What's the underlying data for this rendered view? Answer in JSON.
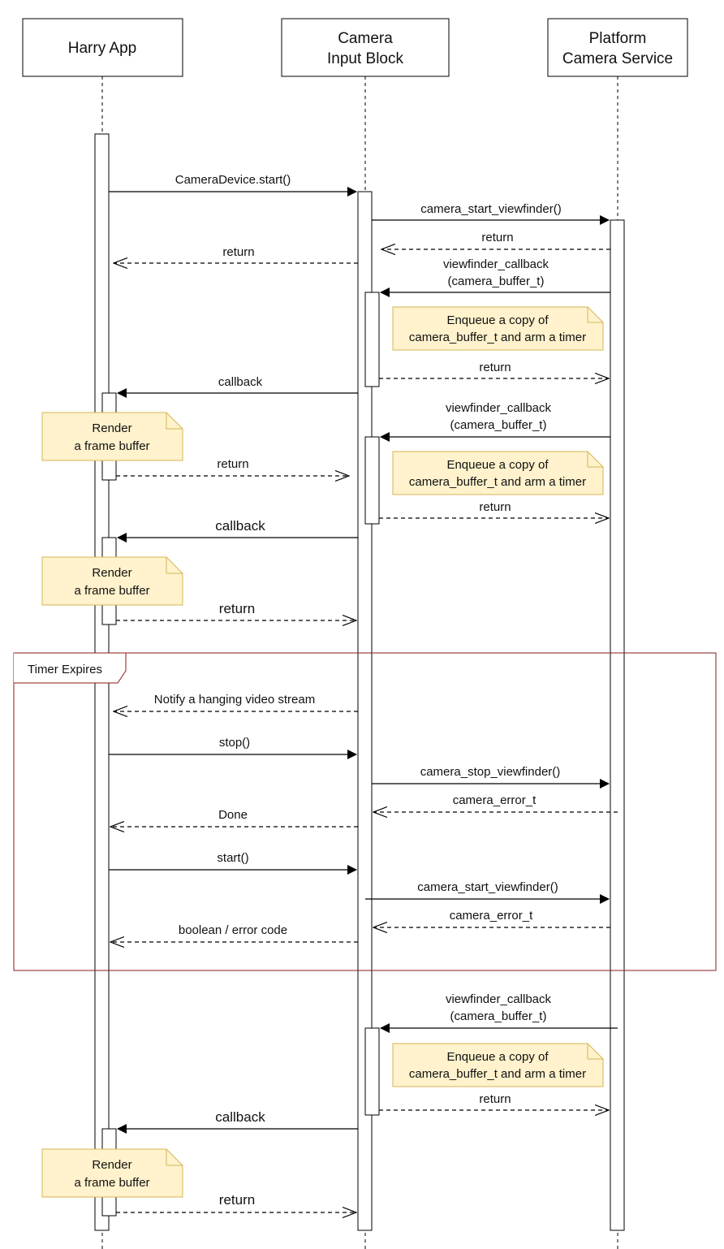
{
  "colors": {
    "line": "#000000",
    "note_fill": "#fff2cc",
    "note_stroke": "#d6b656",
    "frame": "#8b1a1a",
    "background": "#ffffff"
  },
  "participants": [
    {
      "id": "app",
      "lines": [
        "Harry App"
      ]
    },
    {
      "id": "cib",
      "lines": [
        "Camera",
        "Input Block"
      ]
    },
    {
      "id": "pcs",
      "lines": [
        "Platform",
        "Camera Service"
      ]
    }
  ],
  "frame": {
    "label": "Timer Expires"
  },
  "messages": [
    {
      "label": "CameraDevice.start()",
      "from": "app",
      "to": "cib",
      "style": "solid"
    },
    {
      "label": "camera_start_viewfinder()",
      "from": "cib",
      "to": "pcs",
      "style": "solid"
    },
    {
      "label": "return",
      "from": "pcs",
      "to": "cib",
      "style": "dashed"
    },
    {
      "label": "return",
      "from": "cib",
      "to": "app",
      "style": "dashed"
    },
    {
      "label": "viewfinder_callback\n(camera_buffer_t)",
      "from": "pcs",
      "to": "cib",
      "style": "solid"
    },
    {
      "label": "return",
      "from": "cib",
      "to": "pcs",
      "style": "dashed"
    },
    {
      "label": "callback",
      "from": "cib",
      "to": "app",
      "style": "solid"
    },
    {
      "label": "viewfinder_callback\n(camera_buffer_t)",
      "from": "pcs",
      "to": "cib",
      "style": "solid"
    },
    {
      "label": "return",
      "from": "app",
      "to": "cib",
      "style": "dashed"
    },
    {
      "label": "return",
      "from": "cib",
      "to": "pcs",
      "style": "dashed"
    },
    {
      "label": "callback",
      "from": "cib",
      "to": "app",
      "style": "solid"
    },
    {
      "label": "return",
      "from": "app",
      "to": "cib",
      "style": "dashed"
    },
    {
      "label": "Notify a hanging video stream",
      "from": "cib",
      "to": "app",
      "style": "dashed"
    },
    {
      "label": "stop()",
      "from": "app",
      "to": "cib",
      "style": "solid"
    },
    {
      "label": "camera_stop_viewfinder()",
      "from": "cib",
      "to": "pcs",
      "style": "solid"
    },
    {
      "label": "camera_error_t",
      "from": "pcs",
      "to": "cib",
      "style": "dashed"
    },
    {
      "label": "Done",
      "from": "cib",
      "to": "app",
      "style": "dashed"
    },
    {
      "label": "start()",
      "from": "app",
      "to": "cib",
      "style": "solid"
    },
    {
      "label": "camera_start_viewfinder()",
      "from": "cib",
      "to": "pcs",
      "style": "solid"
    },
    {
      "label": "camera_error_t",
      "from": "pcs",
      "to": "cib",
      "style": "dashed"
    },
    {
      "label": "boolean / error code",
      "from": "cib",
      "to": "app",
      "style": "dashed"
    },
    {
      "label": "viewfinder_callback\n(camera_buffer_t)",
      "from": "pcs",
      "to": "cib",
      "style": "solid"
    },
    {
      "label": "return",
      "from": "cib",
      "to": "pcs",
      "style": "dashed"
    },
    {
      "label": "callback",
      "from": "cib",
      "to": "app",
      "style": "solid"
    },
    {
      "label": "return",
      "from": "app",
      "to": "cib",
      "style": "dashed"
    }
  ],
  "notes": [
    {
      "lines": [
        "Enqueue a copy of",
        "camera_buffer_t and arm a timer"
      ]
    },
    {
      "lines": [
        "Render",
        "a frame buffer"
      ]
    },
    {
      "lines": [
        "Enqueue a copy of",
        "camera_buffer_t and arm a timer"
      ]
    },
    {
      "lines": [
        "Render",
        "a frame buffer"
      ]
    },
    {
      "lines": [
        "Enqueue a copy of",
        "camera_buffer_t and arm a timer"
      ]
    },
    {
      "lines": [
        "Render",
        "a frame buffer"
      ]
    }
  ]
}
